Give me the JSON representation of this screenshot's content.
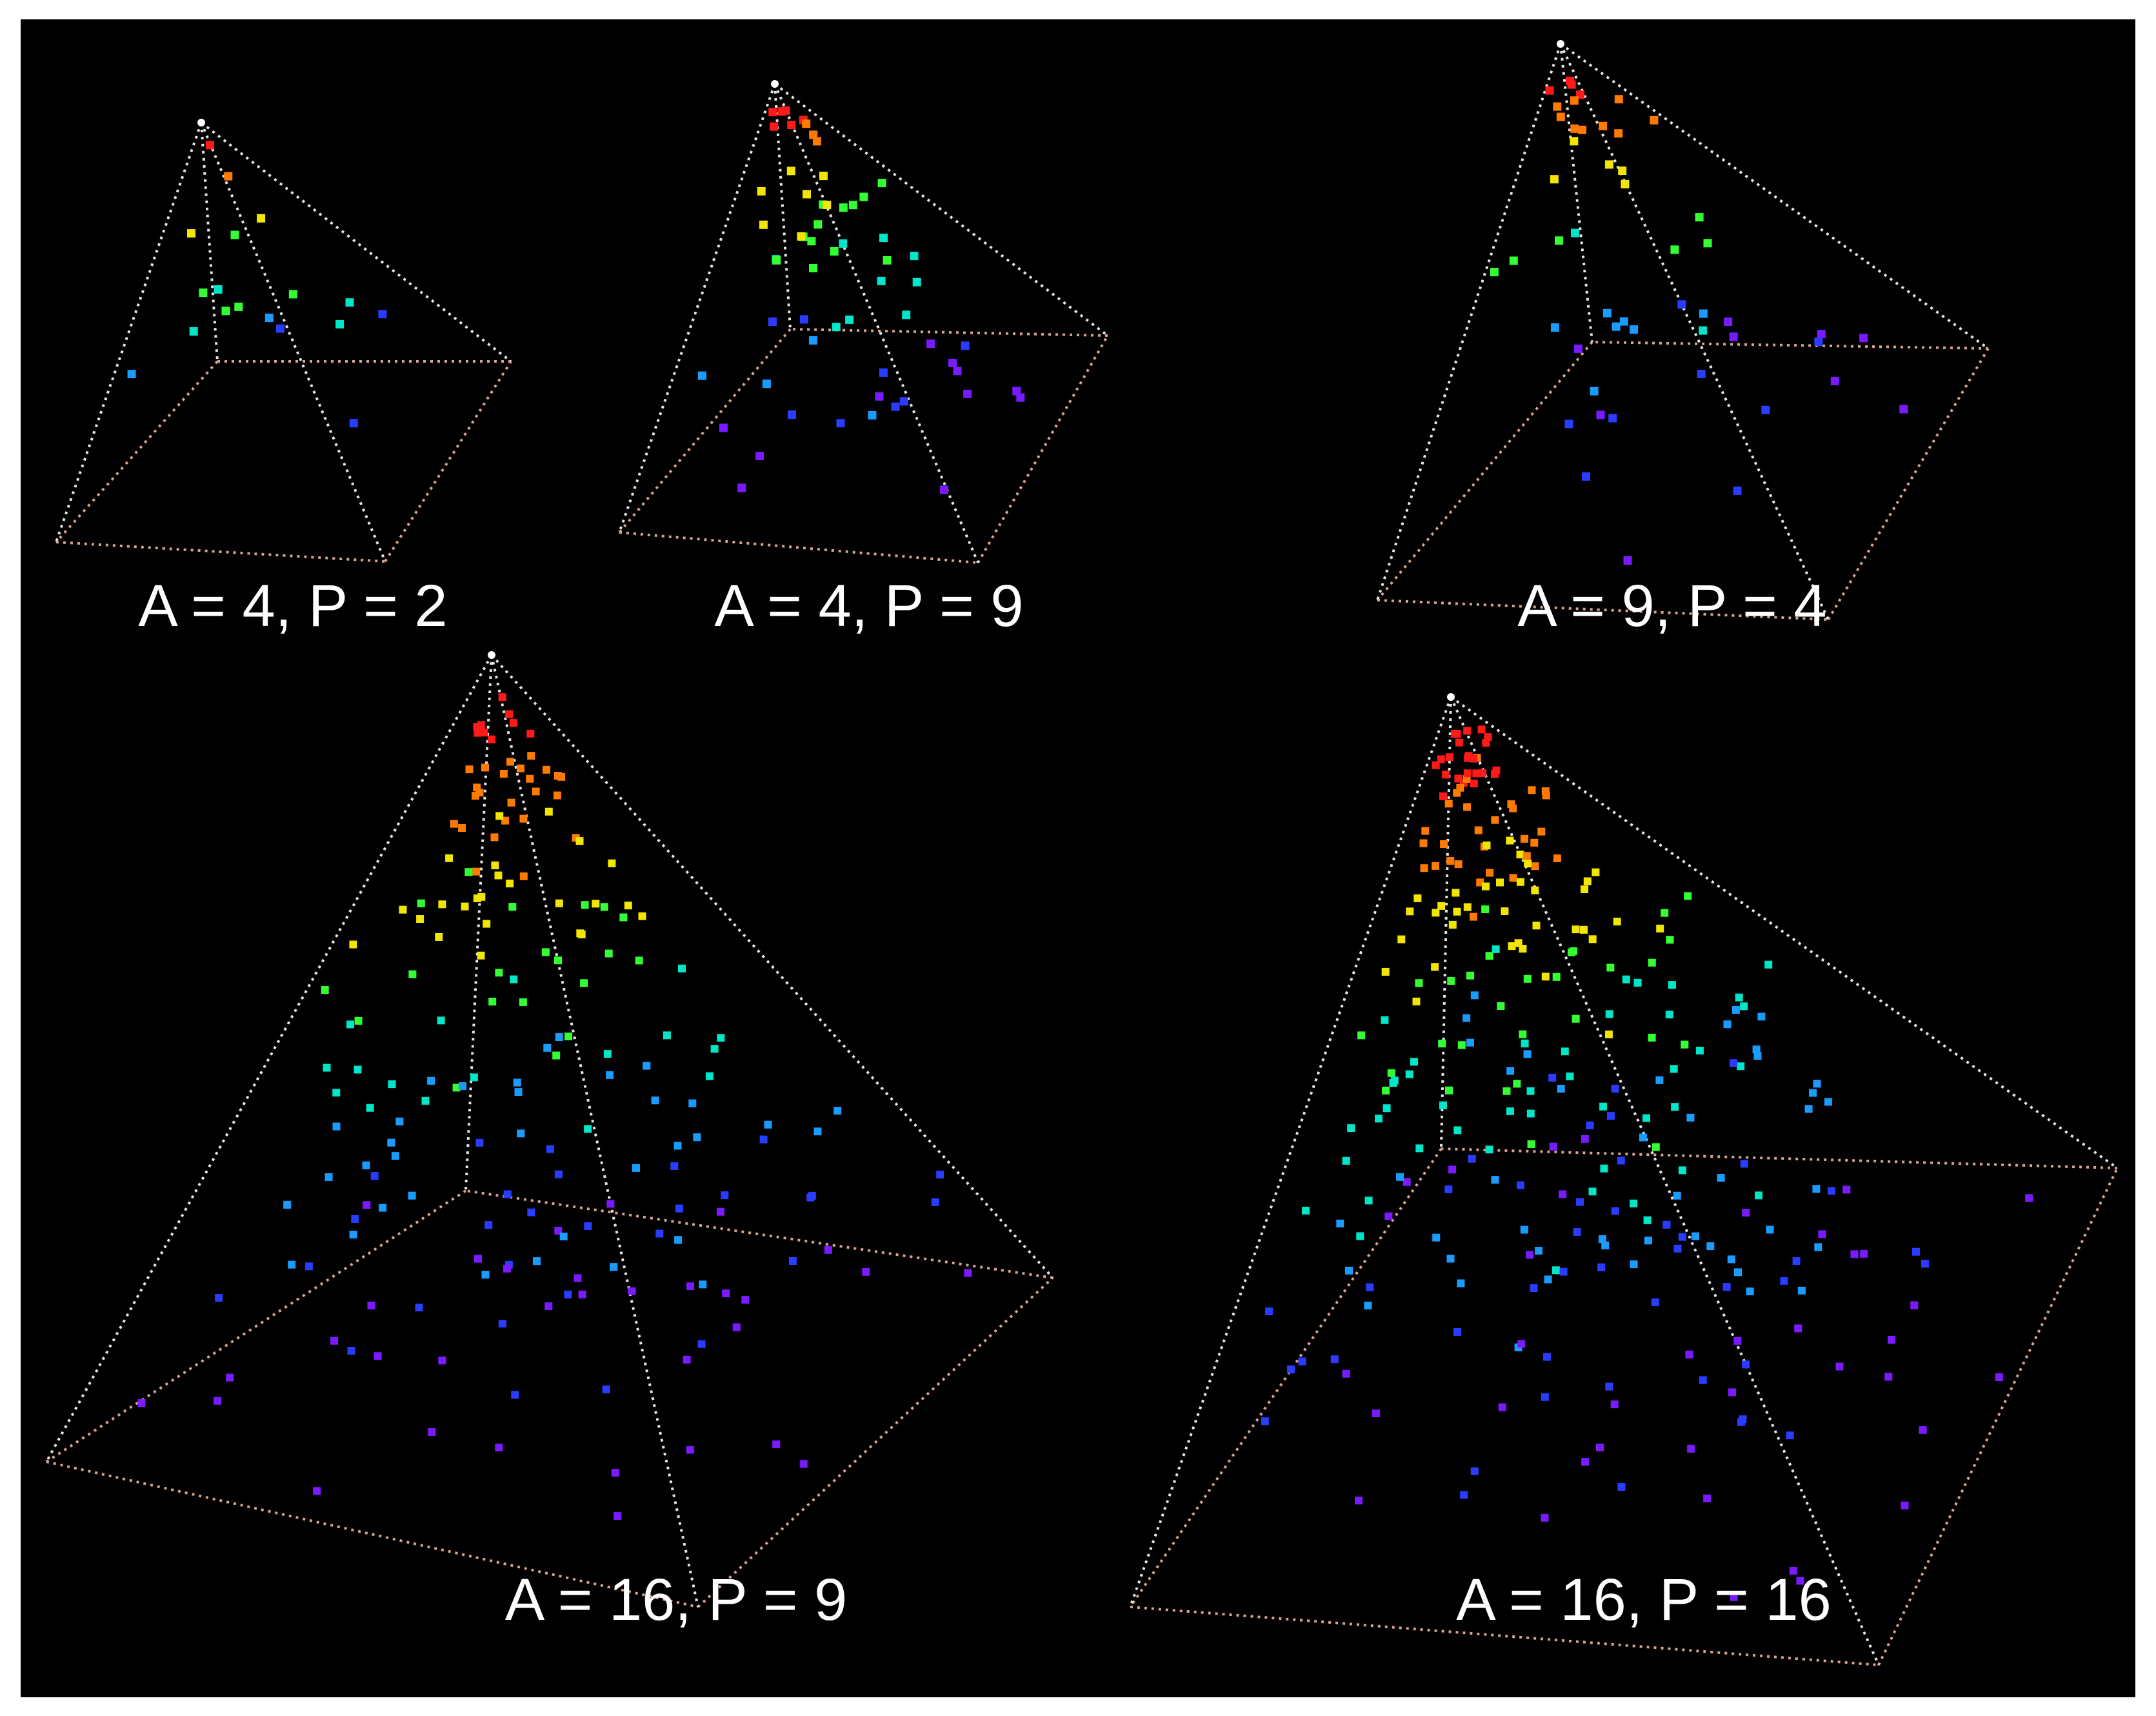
{
  "figure": {
    "background": "#000000",
    "edge_color_upper": "#e6e6e6",
    "edge_color_base": "#d9a38f",
    "colormap": [
      "#ff1a1a",
      "#ff7a00",
      "#f2e600",
      "#33ff33",
      "#00e6c8",
      "#1a9cff",
      "#2a3cff",
      "#7a1aff"
    ]
  },
  "panels": [
    {
      "id": "p1",
      "caption": "A = 4, P = 2",
      "point_count": 18
    },
    {
      "id": "p2",
      "caption": "A = 4, P = 9",
      "point_count": 60
    },
    {
      "id": "p3",
      "caption": "A = 9, P = 4",
      "point_count": 50
    },
    {
      "id": "p4",
      "caption": "A = 16, P = 9",
      "point_count": 190
    },
    {
      "id": "p5",
      "caption": "A = 16, P = 16",
      "point_count": 290
    }
  ]
}
